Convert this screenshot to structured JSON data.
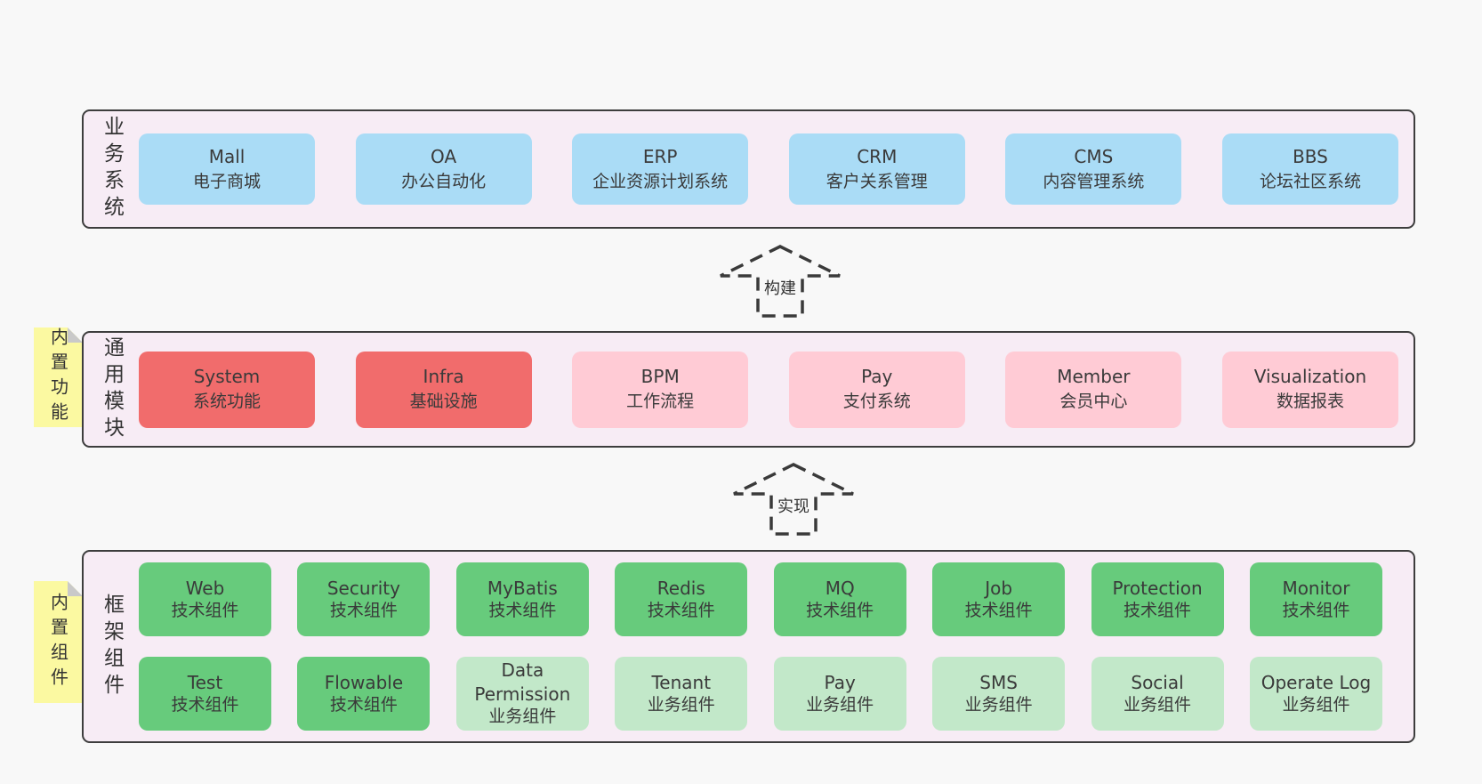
{
  "colors": {
    "page_bg": "#f8f8f8",
    "section_bg": "#f7ecf5",
    "section_border": "#3d3d3d",
    "blue_box": "#aadcf6",
    "red_box": "#f16c6c",
    "pink_box": "#ffcbd5",
    "green_box": "#67cb7c",
    "light_green_box": "#c2e8c9",
    "sticky_yellow": "#fbf9a1",
    "sticky_fold_gray": "#c9c9c9",
    "text": "#3a3a3a"
  },
  "arrows": [
    {
      "label": "构建"
    },
    {
      "label": "实现"
    }
  ],
  "sections": [
    {
      "label": "业务系统",
      "sticky": null,
      "rows": [
        [
          {
            "title": "Mall",
            "subtitle": "电子商城",
            "color": "blue"
          },
          {
            "title": "OA",
            "subtitle": "办公自动化",
            "color": "blue"
          },
          {
            "title": "ERP",
            "subtitle": "企业资源计划系统",
            "color": "blue"
          },
          {
            "title": "CRM",
            "subtitle": "客户关系管理",
            "color": "blue"
          },
          {
            "title": "CMS",
            "subtitle": "内容管理系统",
            "color": "blue"
          },
          {
            "title": "BBS",
            "subtitle": "论坛社区系统",
            "color": "blue"
          }
        ]
      ]
    },
    {
      "label": "通用模块",
      "sticky": "内置功能",
      "rows": [
        [
          {
            "title": "System",
            "subtitle": "系统功能",
            "color": "red"
          },
          {
            "title": "Infra",
            "subtitle": "基础设施",
            "color": "red"
          },
          {
            "title": "BPM",
            "subtitle": "工作流程",
            "color": "pink"
          },
          {
            "title": "Pay",
            "subtitle": "支付系统",
            "color": "pink"
          },
          {
            "title": "Member",
            "subtitle": "会员中心",
            "color": "pink"
          },
          {
            "title": "Visualization",
            "subtitle": "数据报表",
            "color": "pink"
          }
        ]
      ]
    },
    {
      "label": "框架组件",
      "sticky": "内置组件",
      "rows": [
        [
          {
            "title": "Web",
            "subtitle": "技术组件",
            "color": "green"
          },
          {
            "title": "Security",
            "subtitle": "技术组件",
            "color": "green"
          },
          {
            "title": "MyBatis",
            "subtitle": "技术组件",
            "color": "green"
          },
          {
            "title": "Redis",
            "subtitle": "技术组件",
            "color": "green"
          },
          {
            "title": "MQ",
            "subtitle": "技术组件",
            "color": "green"
          },
          {
            "title": "Job",
            "subtitle": "技术组件",
            "color": "green"
          },
          {
            "title": "Protection",
            "subtitle": "技术组件",
            "color": "green"
          },
          {
            "title": "Monitor",
            "subtitle": "技术组件",
            "color": "green"
          }
        ],
        [
          {
            "title": "Test",
            "subtitle": "技术组件",
            "color": "green"
          },
          {
            "title": "Flowable",
            "subtitle": "技术组件",
            "color": "green"
          },
          {
            "title": "Data Permission",
            "subtitle": "业务组件",
            "color": "lightgreen"
          },
          {
            "title": "Tenant",
            "subtitle": "业务组件",
            "color": "lightgreen"
          },
          {
            "title": "Pay",
            "subtitle": "业务组件",
            "color": "lightgreen"
          },
          {
            "title": "SMS",
            "subtitle": "业务组件",
            "color": "lightgreen"
          },
          {
            "title": "Social",
            "subtitle": "业务组件",
            "color": "lightgreen"
          },
          {
            "title": "Operate Log",
            "subtitle": "业务组件",
            "color": "lightgreen"
          }
        ]
      ]
    }
  ]
}
